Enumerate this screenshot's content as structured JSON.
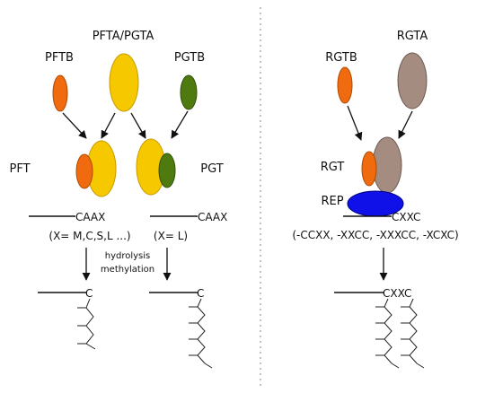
{
  "left": {
    "pfta_pgta": "PFTA/PGTA",
    "pftb": "PFTB",
    "pgtb": "PGTB",
    "pft": "PFT",
    "pgt": "PGT",
    "caax_1": "CAAX",
    "caax_2": "CAAX",
    "x_pft": "(X= M,C,S,L ...)",
    "x_pgt": "(X= L)",
    "hydrolysis": "hydrolysis",
    "methylation": "methylation",
    "c_1": "C",
    "c_2": "C"
  },
  "right": {
    "rgtb": "RGTB",
    "rgta": "RGTA",
    "rgt": "RGT",
    "rep": "REP",
    "cxxc": "CXXC",
    "variants": "(-CCXX, -XXCC, -XXXCC, -XCXC)",
    "cxxc_product": "CXXC"
  },
  "colors": {
    "alpha_yellow": "#f5c800",
    "alpha_yellow_stroke": "#c89a00",
    "pftb_orange": "#f06a10",
    "pgtb_green": "#4e7a10",
    "rgta_brown": "#a48c80",
    "rep_blue": "#1010e8",
    "divider": "#999999"
  }
}
